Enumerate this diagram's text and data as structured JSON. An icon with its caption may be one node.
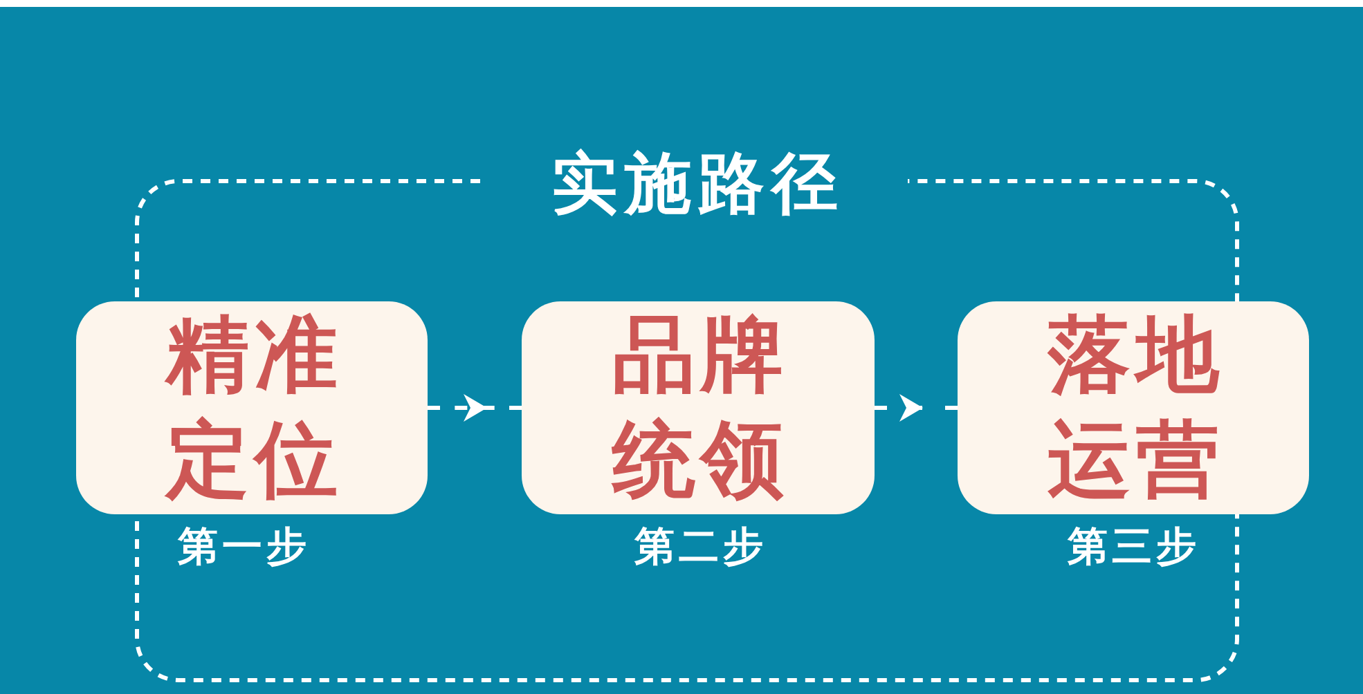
{
  "diagram": {
    "title": "实施路径",
    "nodes": [
      {
        "text": [
          "精准定位"
        ],
        "beside": [
          "第一步"
        ]
      },
      {
        "text": [
          "品牌统领"
        ],
        "beside": [
          "第二步"
        ]
      },
      {
        "text": [
          "落地运营"
        ],
        "beside": [
          "第三步"
        ]
      }
    ],
    "edges": [
      {
        "from": 0,
        "to": 1,
        "arrow": "to",
        "style": "dashed"
      },
      {
        "from": 1,
        "to": 2,
        "arrow": "to",
        "style": "dashed"
      }
    ]
  }
}
